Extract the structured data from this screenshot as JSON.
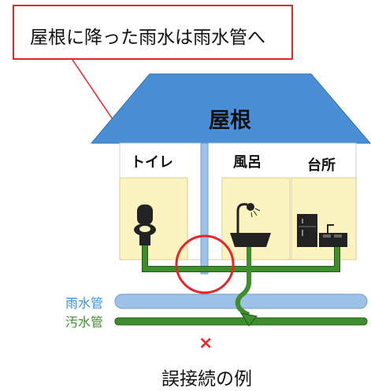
{
  "callout": {
    "text": "屋根に降った雨水は雨水管へ"
  },
  "house": {
    "roof_label": "屋根",
    "rooms": {
      "toilet": "トイレ",
      "bath": "風呂",
      "kitchen": "台所"
    }
  },
  "pipes": {
    "rain_label": "雨水管",
    "sewage_label": "汚水管"
  },
  "mark": "×",
  "caption": "誤接続の例",
  "colors": {
    "roof": "#4a8fd6",
    "wall": "#fbf4c0",
    "rain_pipe": "#9cc2e8",
    "sewage_pipe": "#3e8e2e",
    "alert": "#e8262a",
    "rain_text": "#3a8fd0",
    "sewage_text": "#3e8e2e"
  }
}
